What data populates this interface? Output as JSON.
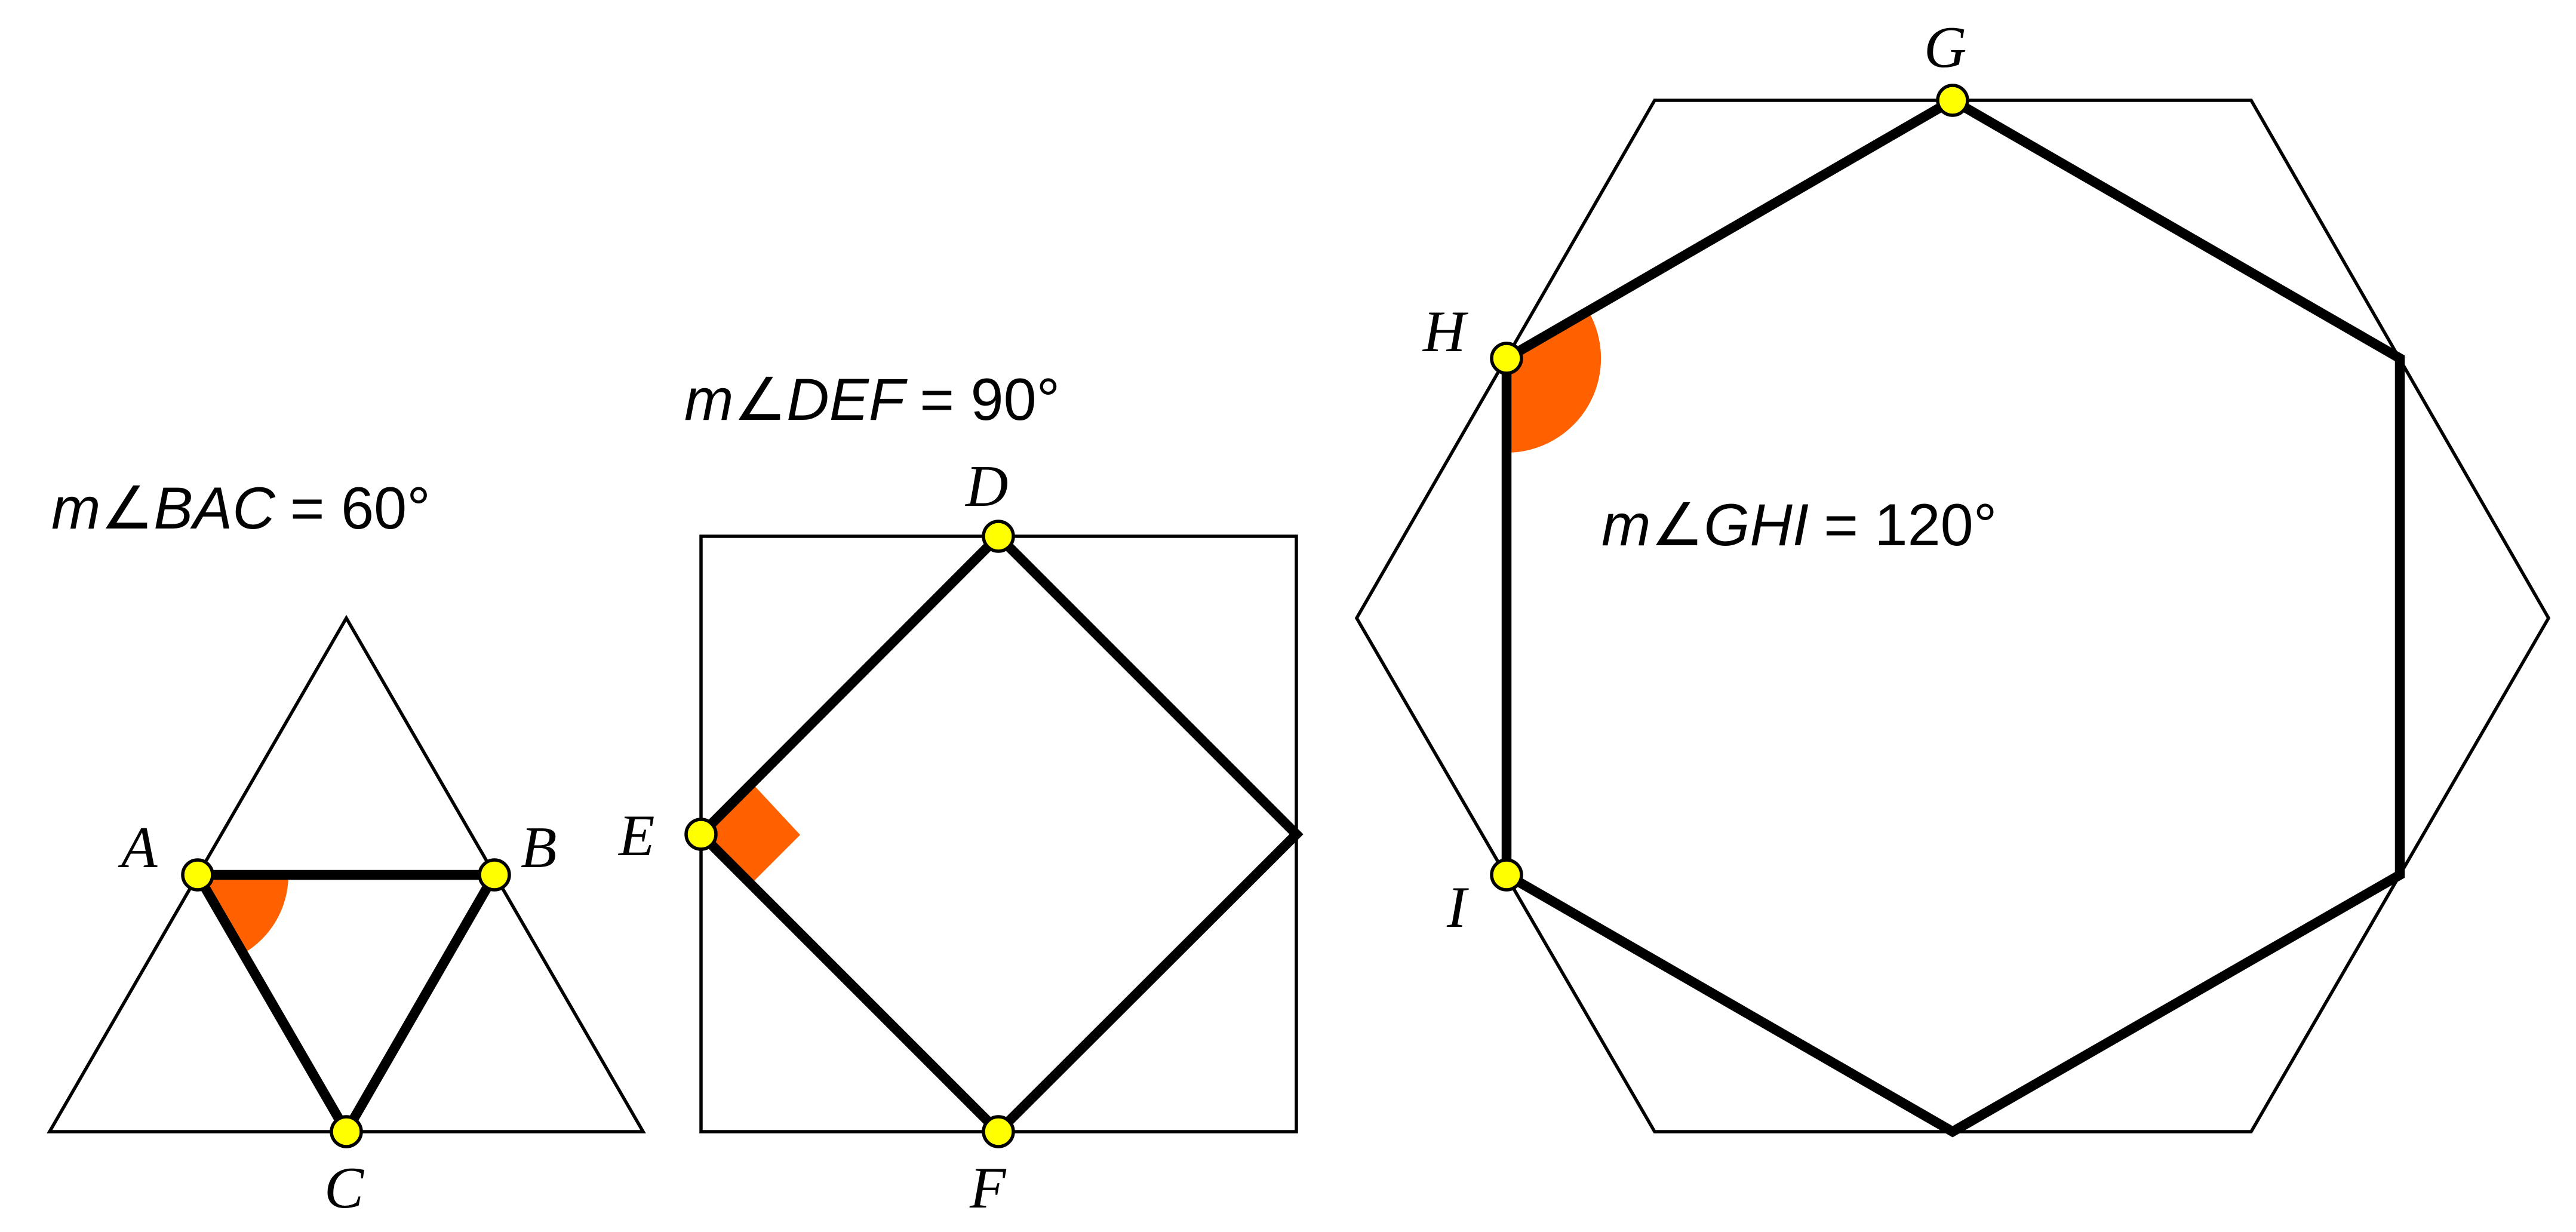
{
  "figures": {
    "triangle": {
      "measurement": {
        "m": "m",
        "angle": "∠BAC",
        "value": "= 60°"
      },
      "vertices": {
        "a": "A",
        "b": "B",
        "c": "C"
      }
    },
    "square": {
      "measurement": {
        "m": "m",
        "angle": "∠DEF",
        "value": "= 90°"
      },
      "vertices": {
        "d": "D",
        "e": "E",
        "f": "F"
      }
    },
    "hexagon": {
      "measurement": {
        "m": "m",
        "angle": "∠GHI",
        "value": "= 120°"
      },
      "vertices": {
        "g": "G",
        "h": "H",
        "i": "I"
      }
    }
  },
  "colors": {
    "angle_marker": "#ff6000",
    "point_fill": "#ffff00",
    "stroke": "#000000"
  }
}
